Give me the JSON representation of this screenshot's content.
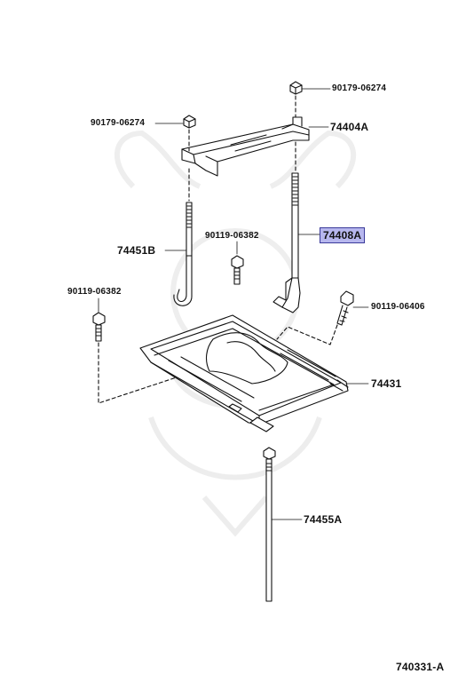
{
  "diagram": {
    "parts": {
      "bolt_top_right": "90179-06274",
      "bolt_top_left": "90179-06274",
      "hold_down_clamp": "74404A",
      "rod_right": "74408A",
      "rod_left": "74451B",
      "bolt_center": "90119-06382",
      "bolt_left": "90119-06382",
      "bolt_right": "90119-06406",
      "battery_tray": "74431",
      "rod_bottom": "74455A"
    },
    "figure_number": "740331-A",
    "highlight_color": "#b7b7ee"
  }
}
